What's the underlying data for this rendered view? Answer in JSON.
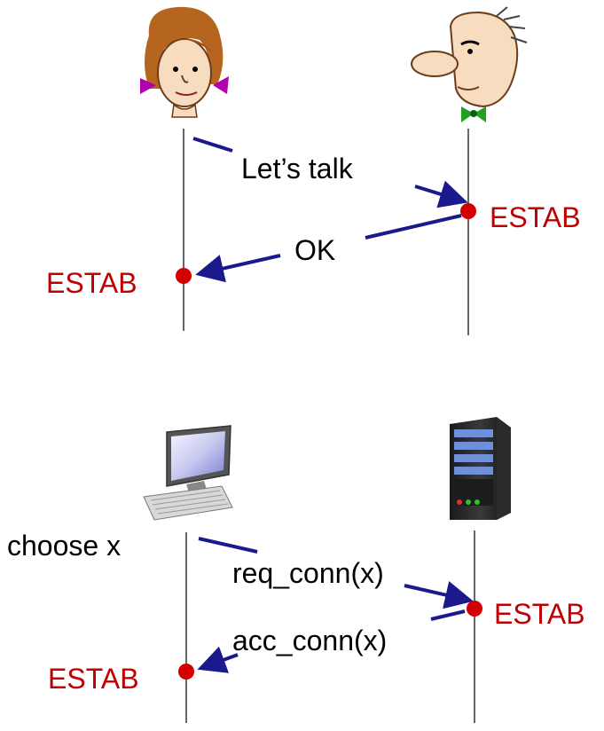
{
  "top_exchange": {
    "request_label": "Let’s talk",
    "reply_label": "OK",
    "receiver_state": "ESTAB",
    "sender_state": "ESTAB"
  },
  "bottom_exchange": {
    "client_action": "choose x",
    "request_label": "req_conn(x)",
    "reply_label": "acc_conn(x)",
    "server_state": "ESTAB",
    "client_state": "ESTAB"
  },
  "colors": {
    "arrow": "#1a1a8c",
    "state_text": "#c00000",
    "state_dot": "#d40000",
    "timeline": "#000000"
  },
  "icons": {
    "top_left": "woman-cartoon-icon",
    "top_right": "man-cartoon-icon",
    "bottom_left": "desktop-computer-icon",
    "bottom_right": "server-tower-icon"
  }
}
